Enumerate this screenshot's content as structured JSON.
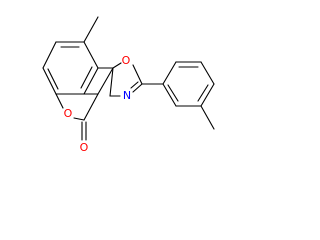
{
  "molecule": {
    "atoms": [
      {
        "id": "o_ring",
        "symbol": "O",
        "color": "#ff0000"
      },
      {
        "id": "o_oxazole",
        "symbol": "O",
        "color": "#ff0000"
      },
      {
        "id": "n_oxazole",
        "symbol": "N",
        "color": "#0000ff"
      },
      {
        "id": "o_carbonyl",
        "symbol": "O",
        "color": "#ff0000"
      }
    ],
    "bond_color": "#000000"
  }
}
